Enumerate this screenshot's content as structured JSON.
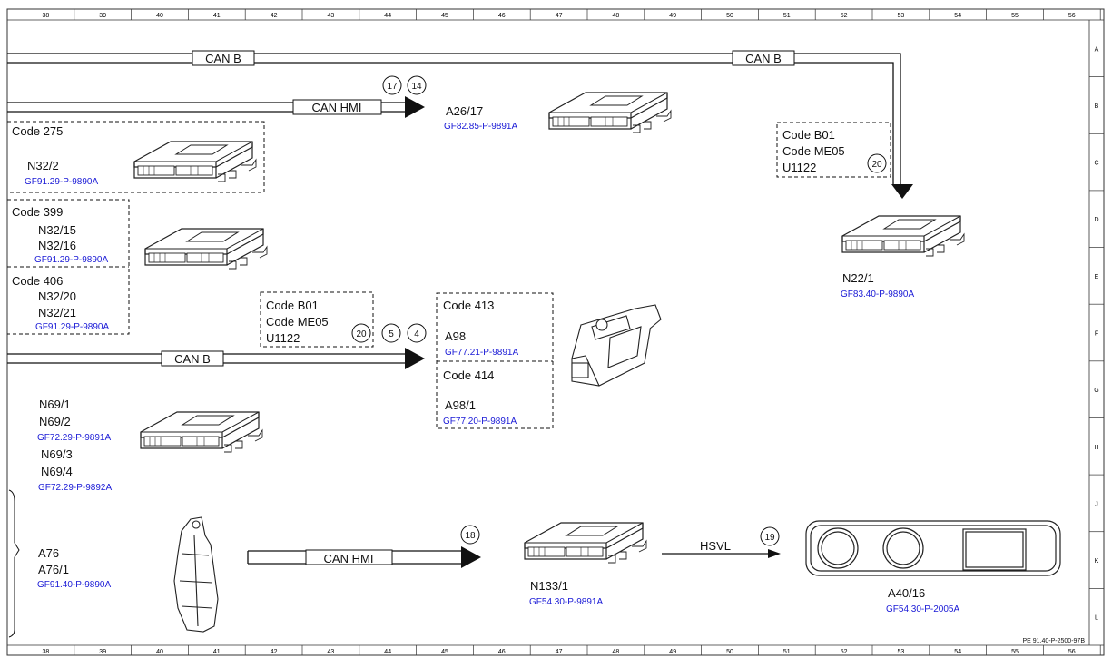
{
  "ruler": {
    "columns": [
      "38",
      "39",
      "40",
      "41",
      "42",
      "43",
      "44",
      "45",
      "46",
      "47",
      "48",
      "49",
      "50",
      "51",
      "52",
      "53",
      "54",
      "55",
      "56"
    ],
    "rows": [
      "A",
      "B",
      "C",
      "D",
      "E",
      "F",
      "G",
      "H",
      "J",
      "K",
      "L"
    ]
  },
  "footer_ref": "PE 91.40-P-2500-97B",
  "buses": {
    "can_b_top_left": "CAN B",
    "can_b_top_right": "CAN B",
    "can_hmi_top": "CAN HMI",
    "can_b_mid": "CAN B",
    "can_hmi_bottom": "CAN HMI",
    "hsvl": "HSVL"
  },
  "circles": {
    "c17": "17",
    "c14": "14",
    "c20_right": "20",
    "c20_mid": "20",
    "c5": "5",
    "c4": "4",
    "c18": "18",
    "c19": "19"
  },
  "code_boxes": {
    "right": {
      "l1": "Code B01",
      "l2": "Code ME05",
      "l3": "U1122"
    },
    "mid": {
      "l1": "Code B01",
      "l2": "Code ME05",
      "l3": "U1122"
    }
  },
  "components": {
    "a26_17": {
      "name": "A26/17",
      "ref": "GF82.85-P-9891A"
    },
    "n32_2": {
      "code": "Code 275",
      "name": "N32/2",
      "ref": "GF91.29-P-9890A"
    },
    "n32_15": {
      "code": "Code 399",
      "name1": "N32/15",
      "name2": "N32/16",
      "ref": "GF91.29-P-9890A"
    },
    "n32_20": {
      "code": "Code 406",
      "name1": "N32/20",
      "name2": "N32/21",
      "ref": "GF91.29-P-9890A"
    },
    "n22_1": {
      "name": "N22/1",
      "ref": "GF83.40-P-9890A"
    },
    "a98": {
      "code": "Code 413",
      "name": "A98",
      "ref": "GF77.21-P-9891A"
    },
    "a98_1": {
      "code": "Code 414",
      "name": "A98/1",
      "ref": "GF77.20-P-9891A"
    },
    "n69": {
      "name1": "N69/1",
      "name2": "N69/2",
      "ref1": "GF72.29-P-9891A",
      "name3": "N69/3",
      "name4": "N69/4",
      "ref2": "GF72.29-P-9892A"
    },
    "a76": {
      "name1": "A76",
      "name2": "A76/1",
      "ref": "GF91.40-P-9890A"
    },
    "n133_1": {
      "name": "N133/1",
      "ref": "GF54.30-P-9891A"
    },
    "a40_16": {
      "name": "A40/16",
      "ref": "GF54.30-P-2005A"
    }
  }
}
